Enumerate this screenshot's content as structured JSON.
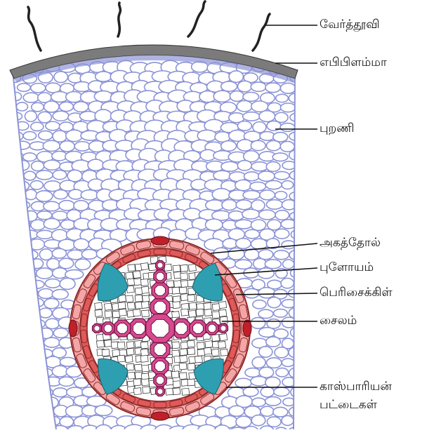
{
  "labels": {
    "root_hair": "வேர்த்தூவி",
    "epiblema": "எபிபிளம்மா",
    "cortex": "புறணி",
    "endodermis": "அகத்தோல்",
    "phloem": "புளோயம்",
    "pericycle": "பெரிசைக்கிள்",
    "xylem": "சைலம்",
    "casparian_strip_line1": "காஸ்பாரியன்",
    "casparian_strip_line2": "பட்டைகள்"
  },
  "colors": {
    "cortex_cell": "#8b93d6",
    "epiblema": "#7b7b7b",
    "endodermis": "#f4a5a5",
    "pericycle": "#e05a5a",
    "phloem": "#2e9fb0",
    "xylem": "#d9488f",
    "casparian": "#c0202a"
  }
}
